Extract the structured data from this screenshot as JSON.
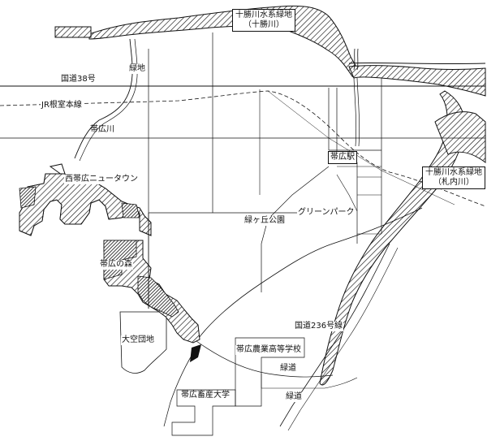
{
  "labels": {
    "tokachi_green_tokachi_line1": "十勝川水系緑地",
    "tokachi_green_tokachi_line2": "（十勝川）",
    "tokachi_green_satsunai_line1": "十勝川水系緑地",
    "tokachi_green_satsunai_line2": "（札内川）",
    "ryokuchi_top": "緑地",
    "route38": "国道38号",
    "jr_nemuro": "JR根室本線",
    "obihiro_river": "帯広川",
    "obihiro_station": "帯広駅",
    "nishi_obihiro_newtown": "西帯広ニュータウン",
    "midorigaoka_park": "緑ヶ丘公園",
    "green_park": "グリーンパーク",
    "obihiro_forest": "帯広の森",
    "ozora_danchi": "大空団地",
    "route236": "国道236号線",
    "obihiro_agri_hs": "帯広農業高等学校",
    "ryokudo_1": "緑道",
    "ryokudo_2": "緑道",
    "obihiro_chikusan_univ": "帯広畜産大学"
  },
  "colors": {
    "ink": "#111111",
    "paper": "#ffffff",
    "dense": "#1a1a1a"
  }
}
